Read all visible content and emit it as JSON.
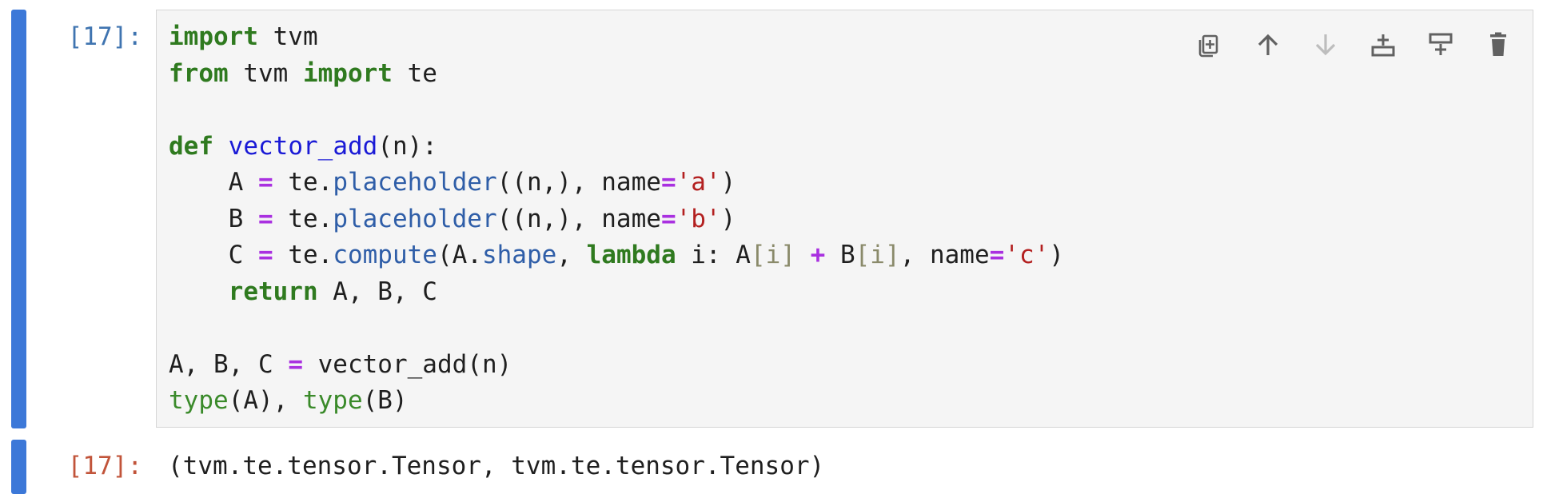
{
  "input_cell": {
    "prompt": "[17]:",
    "lines": [
      [
        {
          "t": "import",
          "c": "kw"
        },
        {
          "t": " tvm"
        }
      ],
      [
        {
          "t": "from",
          "c": "kw"
        },
        {
          "t": " tvm "
        },
        {
          "t": "import",
          "c": "kw"
        },
        {
          "t": " te"
        }
      ],
      [],
      [
        {
          "t": "def",
          "c": "kw"
        },
        {
          "t": " "
        },
        {
          "t": "vector_add",
          "c": "fn"
        },
        {
          "t": "(n):"
        }
      ],
      [
        {
          "t": "    A "
        },
        {
          "t": "=",
          "c": "op"
        },
        {
          "t": " te."
        },
        {
          "t": "placeholder",
          "c": "attr"
        },
        {
          "t": "((n,), name"
        },
        {
          "t": "=",
          "c": "op"
        },
        {
          "t": "'a'",
          "c": "str"
        },
        {
          "t": ")"
        }
      ],
      [
        {
          "t": "    B "
        },
        {
          "t": "=",
          "c": "op"
        },
        {
          "t": " te."
        },
        {
          "t": "placeholder",
          "c": "attr"
        },
        {
          "t": "((n,), name"
        },
        {
          "t": "=",
          "c": "op"
        },
        {
          "t": "'b'",
          "c": "str"
        },
        {
          "t": ")"
        }
      ],
      [
        {
          "t": "    C "
        },
        {
          "t": "=",
          "c": "op"
        },
        {
          "t": " te."
        },
        {
          "t": "compute",
          "c": "attr"
        },
        {
          "t": "(A."
        },
        {
          "t": "shape",
          "c": "attr"
        },
        {
          "t": ", "
        },
        {
          "t": "lambda",
          "c": "kw"
        },
        {
          "t": " i: A"
        },
        {
          "t": "[",
          "c": "br"
        },
        {
          "t": "i",
          "c": "br"
        },
        {
          "t": "]",
          "c": "br"
        },
        {
          "t": " "
        },
        {
          "t": "+",
          "c": "op"
        },
        {
          "t": " B"
        },
        {
          "t": "[",
          "c": "br"
        },
        {
          "t": "i",
          "c": "br"
        },
        {
          "t": "]",
          "c": "br"
        },
        {
          "t": ", name"
        },
        {
          "t": "=",
          "c": "op"
        },
        {
          "t": "'c'",
          "c": "str"
        },
        {
          "t": ")"
        }
      ],
      [
        {
          "t": "    "
        },
        {
          "t": "return",
          "c": "kw"
        },
        {
          "t": " A, B, C"
        }
      ],
      [],
      [
        {
          "t": "A, B, C "
        },
        {
          "t": "=",
          "c": "op"
        },
        {
          "t": " vector_add(n)"
        }
      ],
      [
        {
          "t": "type",
          "c": "bi"
        },
        {
          "t": "(A), "
        },
        {
          "t": "type",
          "c": "bi"
        },
        {
          "t": "(B)"
        }
      ]
    ]
  },
  "output_cell": {
    "prompt": "[17]:",
    "text": "(tvm.te.tensor.Tensor, tvm.te.tensor.Tensor)"
  },
  "toolbar": {
    "buttons": [
      {
        "name": "duplicate-cell-button",
        "icon": "duplicate-icon",
        "color": "#616161"
      },
      {
        "name": "move-cell-up-button",
        "icon": "arrow-up-icon",
        "color": "#616161"
      },
      {
        "name": "move-cell-down-button",
        "icon": "arrow-down-icon",
        "color": "#bdbdbd"
      },
      {
        "name": "insert-cell-above-button",
        "icon": "insert-above-icon",
        "color": "#616161"
      },
      {
        "name": "insert-cell-below-button",
        "icon": "insert-below-icon",
        "color": "#616161"
      },
      {
        "name": "delete-cell-button",
        "icon": "trash-icon",
        "color": "#616161"
      }
    ]
  },
  "colors": {
    "cell_bar": "#3c78d8",
    "in_prompt": "#3f74b0",
    "out_prompt": "#c1543a"
  }
}
